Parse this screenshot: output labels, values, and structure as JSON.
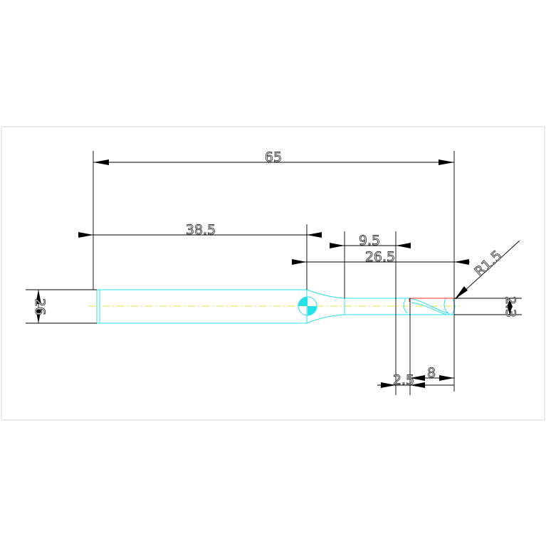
{
  "drawing": {
    "colors": {
      "part": "#28e0ea",
      "dimension": "#000000",
      "centerline": "#e8e23a",
      "highlight": "#ff2a2a"
    },
    "dimensions": {
      "overall_length": "65",
      "shank_length": "38.5",
      "flute_section": "9.5",
      "neck_length": "26.5",
      "tip_radius": "R1.5",
      "shank_diameter": "26",
      "tip_diameter": "2.3",
      "step_a": "2.5",
      "step_b": "8"
    }
  }
}
